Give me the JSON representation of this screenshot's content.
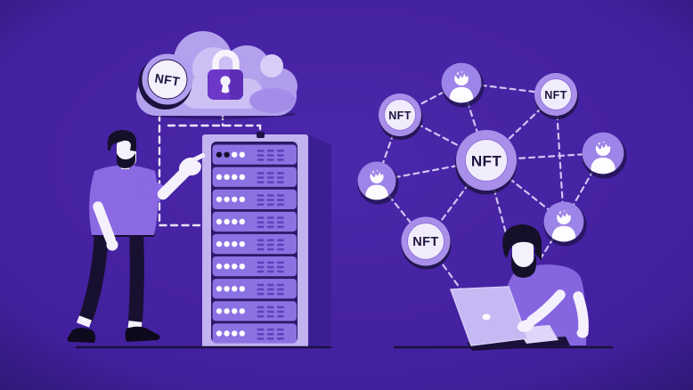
{
  "badges": {
    "cloud_badge_label": "NFT"
  },
  "network": {
    "nft_nodes": [
      {
        "id": "left",
        "label": "NFT"
      },
      {
        "id": "top_right",
        "label": "NFT"
      },
      {
        "id": "center",
        "label": "NFT"
      },
      {
        "id": "bottom",
        "label": "NFT"
      }
    ],
    "avatar_node_count": 4
  },
  "server": {
    "unit_count": 9,
    "leds_per_unit": 4,
    "vent_columns": 3,
    "vent_rows": 3
  },
  "colors": {
    "background": "#44219f",
    "background_center": "#4a27a9",
    "lavender_light": "#c2b3f0",
    "lavender": "#a98fe9",
    "cloud": "#b3a1ee",
    "cloud_highlight": "#cbbff4",
    "shirt_purple": "#8a69e3",
    "lock_purple": "#6c38c7",
    "server_unit_purple": "#8b71e1",
    "server_inner_navy": "#2b1866",
    "avatar_purple": "#9d84e8",
    "node_white": "#f1ecfb",
    "ink_navy": "#1b1240",
    "skin_white": "#f4f1fc",
    "dash_white": "#e9e3fa",
    "dash_lavender": "#cfc4f3",
    "led_dark": "#16102e",
    "vent_purple": "#5c40bd"
  }
}
